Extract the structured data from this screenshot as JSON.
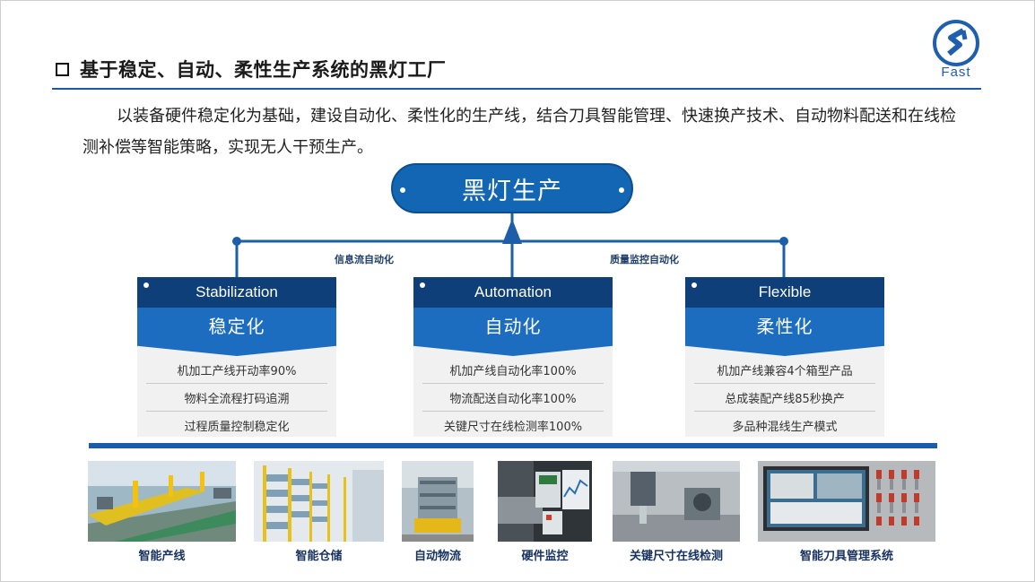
{
  "header": {
    "title": "基于稳定、自动、柔性生产系统的黑灯工厂",
    "logo_text": "Fast"
  },
  "intro": "以装备硬件稳定化为基础，建设自动化、柔性化的生产线，结合刀具智能管理、快速换产技术、自动物料配送和在线检测补偿等智能策略，实现无人干预生产。",
  "center": {
    "label": "黑灯生产"
  },
  "connectors": {
    "left_label": "信息流自动化",
    "right_label": "质量监控自动化"
  },
  "cards": [
    {
      "en": "Stabilization",
      "zh": "稳定化",
      "items": [
        "机加工产线开动率90%",
        "物料全流程打码追溯",
        "过程质量控制稳定化"
      ]
    },
    {
      "en": "Automation",
      "zh": "自动化",
      "items": [
        "机加产线自动化率100%",
        "物流配送自动化率100%",
        "关键尺寸在线检测率100%"
      ]
    },
    {
      "en": "Flexible",
      "zh": "柔性化",
      "items": [
        "机加产线兼容4个箱型产品",
        "总成装配产线85秒换产",
        "多品种混线生产模式"
      ]
    }
  ],
  "photos": [
    {
      "caption": "智能产线"
    },
    {
      "caption": "智能仓储"
    },
    {
      "caption": "自动物流"
    },
    {
      "caption": "硬件监控"
    },
    {
      "caption": "关键尺寸在线检测"
    },
    {
      "caption": "智能刀具管理系统"
    }
  ],
  "colors": {
    "primary_blue": "#1c6dc0",
    "dark_blue": "#0f3f78",
    "accent_yellow": "#e8c21a"
  }
}
